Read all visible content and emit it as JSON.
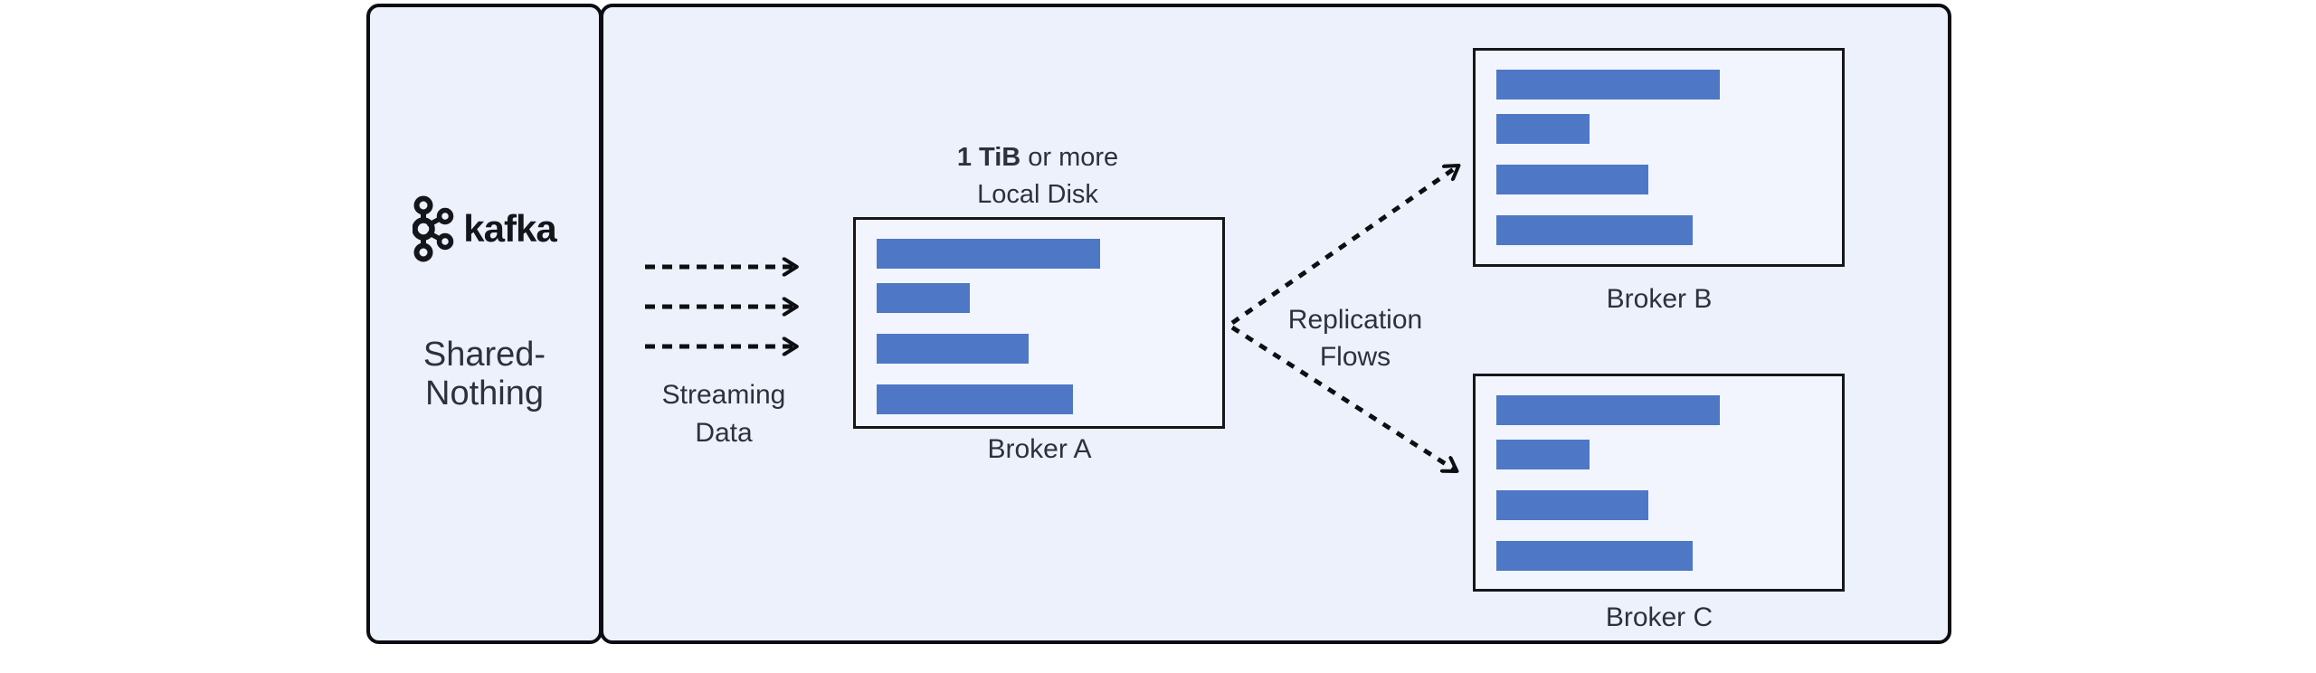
{
  "colors": {
    "background": "#ffffff",
    "panel_fill": "#edf1fb",
    "panel_border": "#0c0d12",
    "box_fill": "#f2f5fd",
    "box_border": "#16171d",
    "bar_blue": "#4e78c6",
    "text": "#2c313d"
  },
  "left_panel": {
    "brand": "kafka",
    "label": "Shared-Nothing"
  },
  "main_panel": {
    "disk_note": {
      "emphasis": "1 TiB",
      "rest": " or more",
      "line2": "Local Disk"
    },
    "streaming_label": {
      "line1": "Streaming",
      "line2": "Data"
    },
    "replication_label": {
      "line1": "Replication",
      "line2": "Flows"
    },
    "brokers": [
      {
        "name": "Broker A",
        "bars": [
          247,
          103,
          168,
          217
        ]
      },
      {
        "name": "Broker B",
        "bars": [
          247,
          103,
          168,
          217
        ]
      },
      {
        "name": "Broker C",
        "bars": [
          247,
          103,
          168,
          217
        ]
      }
    ]
  }
}
